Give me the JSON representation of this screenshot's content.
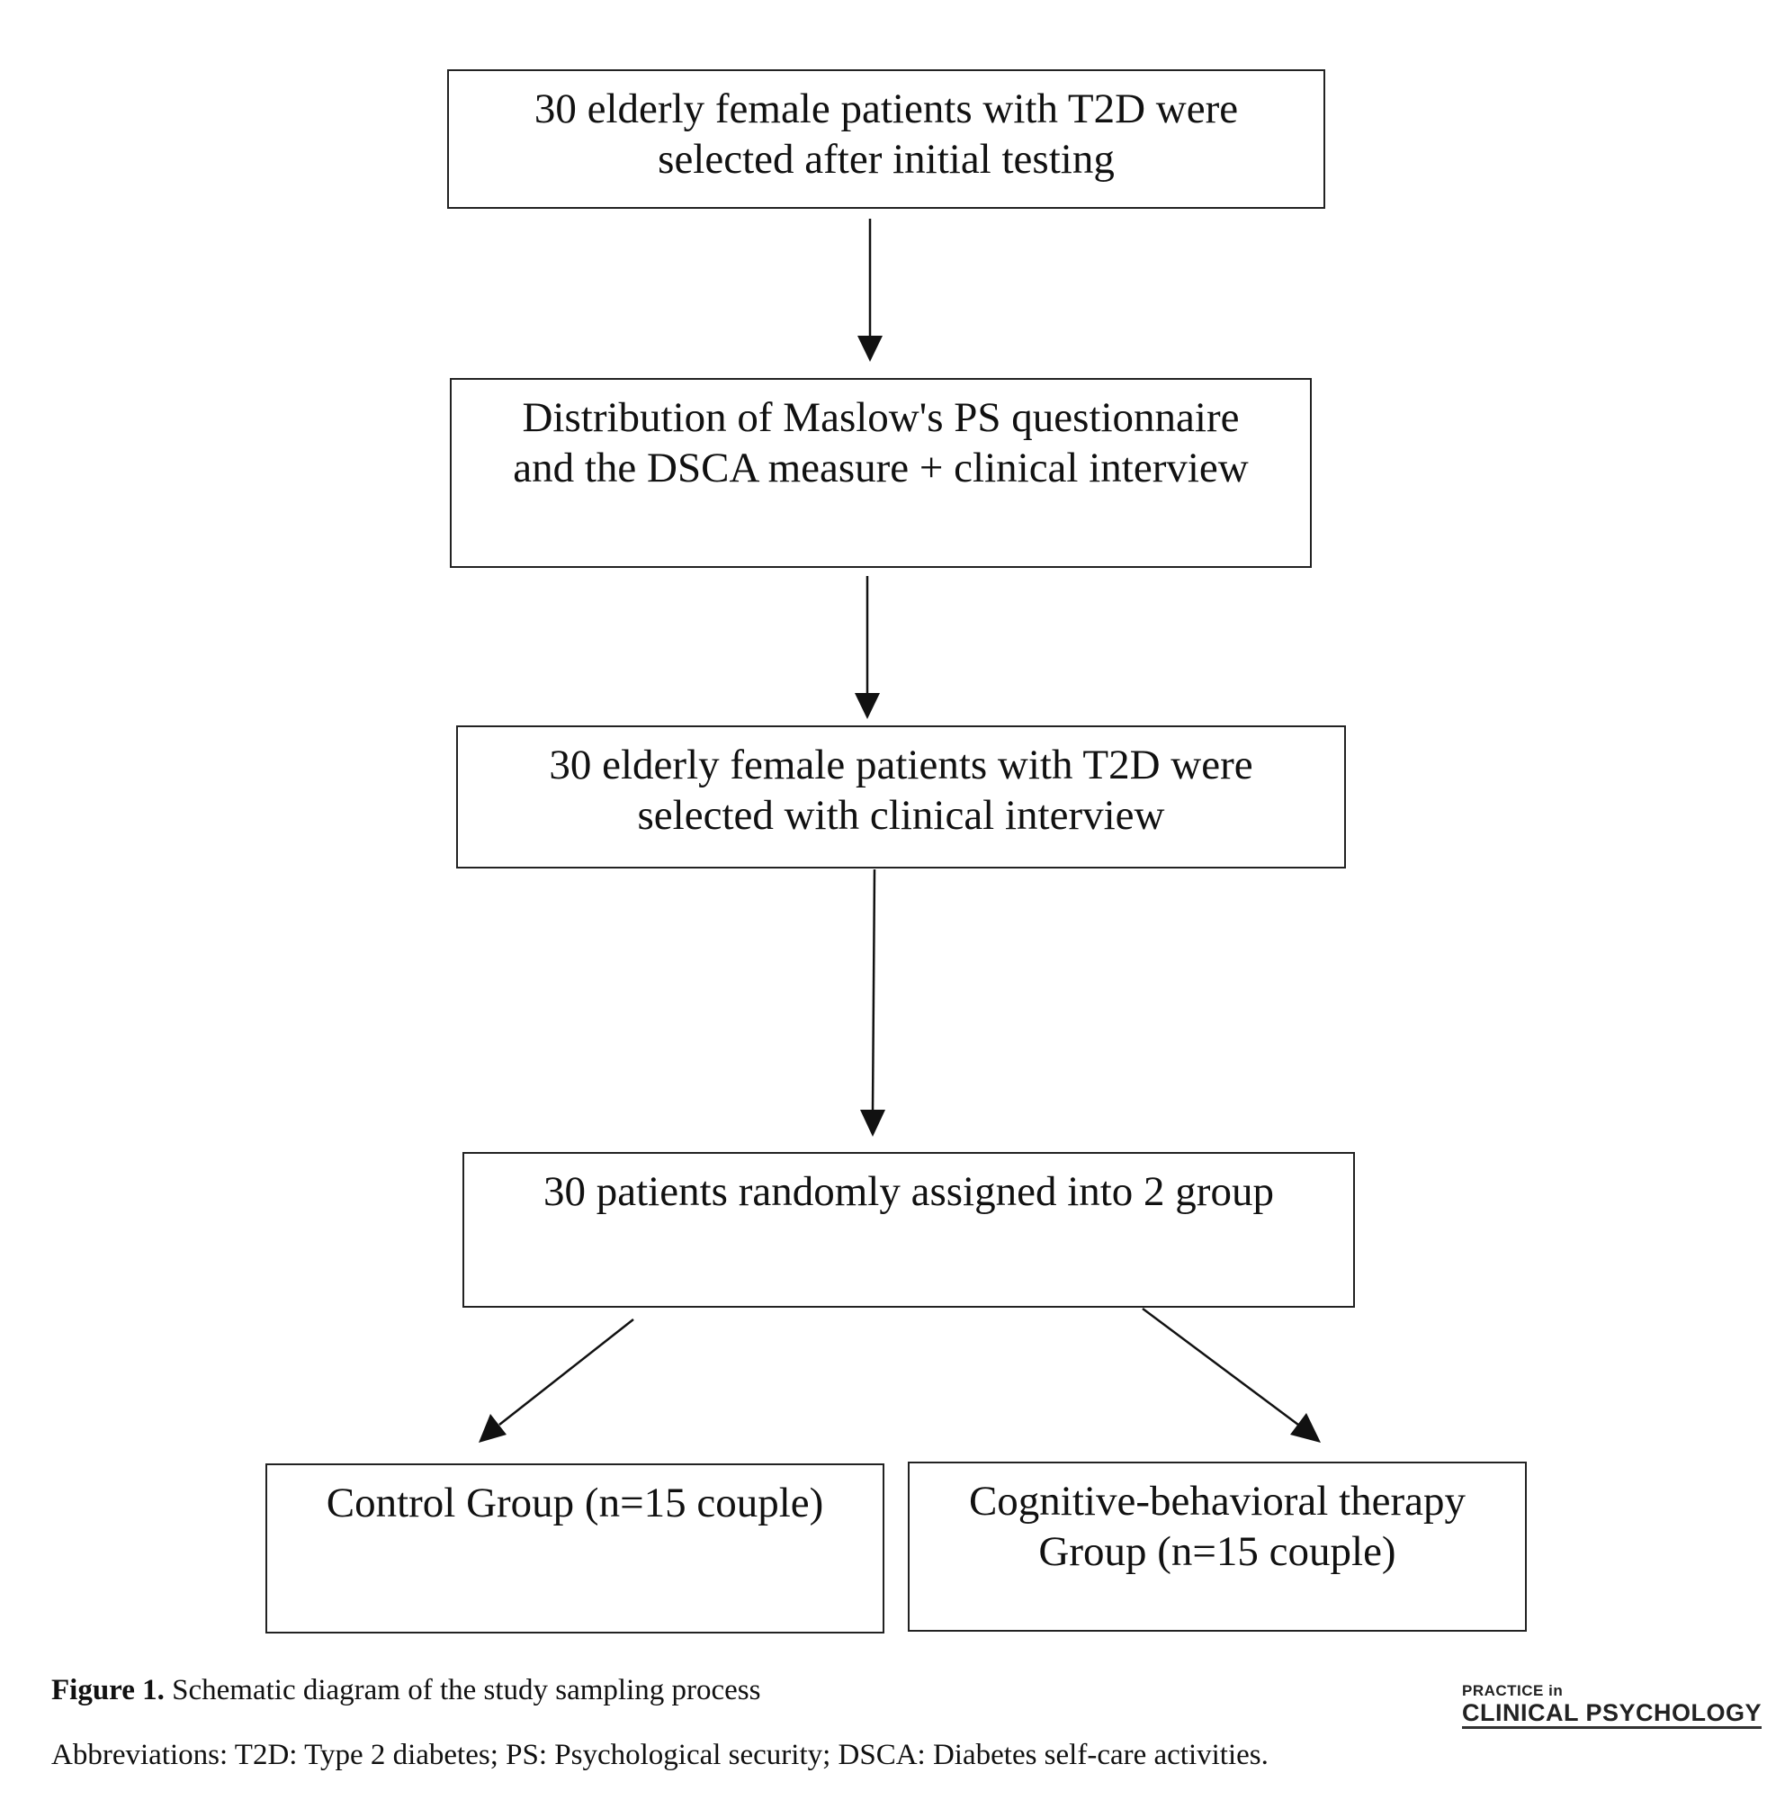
{
  "diagram": {
    "nodes": [
      {
        "id": "n1",
        "lines": [
          "30 elderly female patients with T2D were",
          "selected after initial testing"
        ]
      },
      {
        "id": "n2",
        "lines": [
          "Distribution of Maslow's PS questionnaire",
          "and the DSCA measure + clinical interview"
        ]
      },
      {
        "id": "n3",
        "lines": [
          "30 elderly female patients with T2D were",
          "selected with clinical interview"
        ]
      },
      {
        "id": "n4",
        "lines": [
          "30 patients randomly assigned into 2 group"
        ]
      },
      {
        "id": "n5",
        "lines": [
          "Control Group (n=15 couple)"
        ]
      },
      {
        "id": "n6",
        "lines": [
          "Cognitive-behavioral therapy",
          "Group (n=15 couple)"
        ]
      }
    ],
    "edges": [
      {
        "from": "n1",
        "to": "n2"
      },
      {
        "from": "n2",
        "to": "n3"
      },
      {
        "from": "n3",
        "to": "n4"
      },
      {
        "from": "n4",
        "to": "n5"
      },
      {
        "from": "n4",
        "to": "n6"
      }
    ]
  },
  "caption": {
    "label": "Figure 1.",
    "text": " Schematic diagram of the study sampling process"
  },
  "abbreviations": "Abbreviations: T2D: Type 2 diabetes; PS: Psychological security; DSCA: Diabetes self-care activities.",
  "logo": {
    "line1": "PRACTICE in",
    "line2": "CLINICAL PSYCHOLOGY"
  }
}
